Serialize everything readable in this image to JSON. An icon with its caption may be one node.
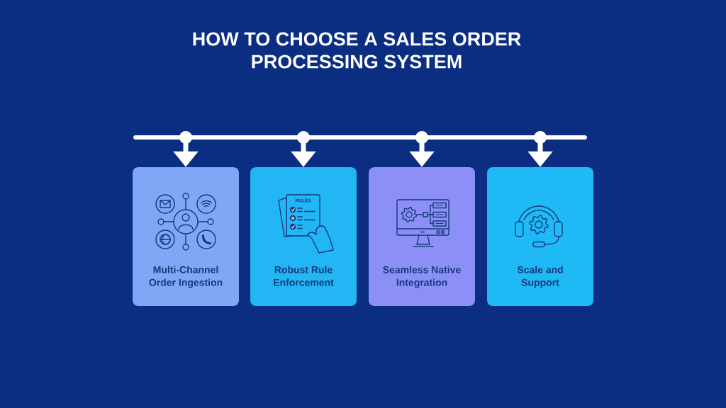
{
  "diagram": {
    "title": "HOW TO CHOOSE A SALES ORDER PROCESSING SYSTEM",
    "nodes": [
      {
        "text": [],
        "shape": "bar"
      },
      {
        "text": [
          "Multi-Channel Order Ingestion"
        ]
      },
      {
        "text": [
          "Robust Rule Enforcement"
        ]
      },
      {
        "text": [
          "Seamless Native Integration"
        ]
      },
      {
        "text": [
          "Scale and Support"
        ]
      }
    ],
    "edges": [
      {
        "from": 0,
        "to": 1,
        "arrow": "to"
      },
      {
        "from": 0,
        "to": 2,
        "arrow": "to"
      },
      {
        "from": 0,
        "to": 3,
        "arrow": "to"
      },
      {
        "from": 0,
        "to": 4,
        "arrow": "to"
      }
    ],
    "labels": [
      "RULES"
    ]
  }
}
